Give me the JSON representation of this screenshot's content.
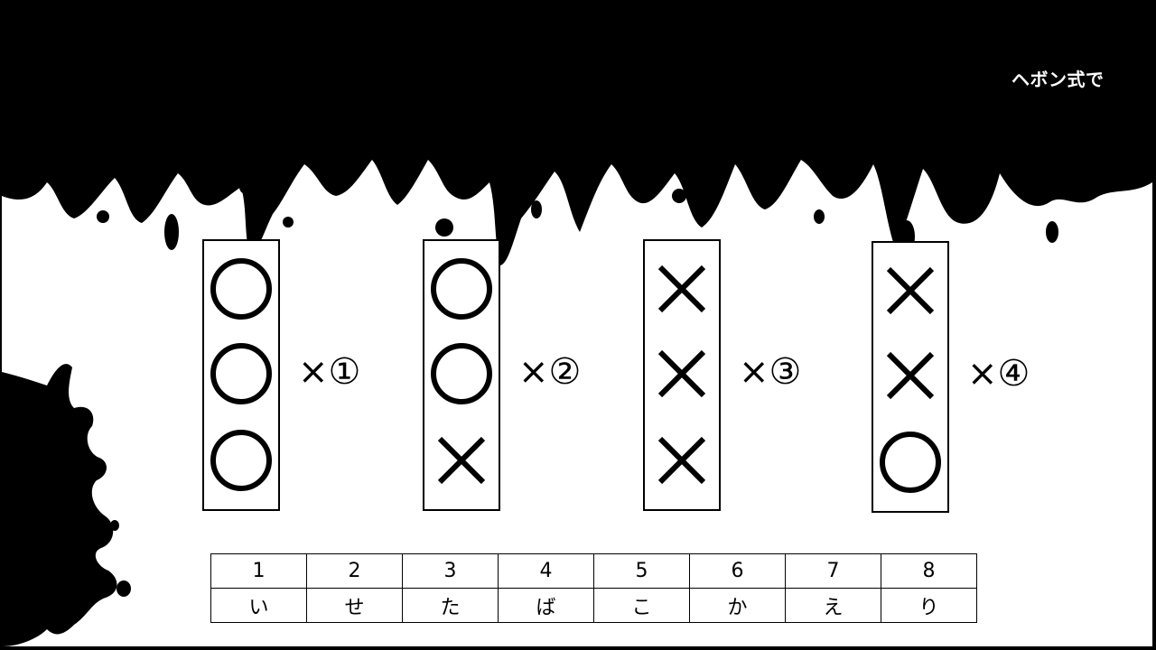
{
  "corner_text": "ヘボン式で",
  "groups": [
    {
      "symbols": [
        "circle",
        "circle",
        "circle"
      ],
      "multiplier": "×①"
    },
    {
      "symbols": [
        "circle",
        "circle",
        "cross"
      ],
      "multiplier": "×②"
    },
    {
      "symbols": [
        "cross",
        "cross",
        "cross"
      ],
      "multiplier": "×③"
    },
    {
      "symbols": [
        "cross",
        "cross",
        "circle"
      ],
      "multiplier": "×④"
    }
  ],
  "key_table": {
    "numbers": [
      "1",
      "2",
      "3",
      "4",
      "5",
      "6",
      "7",
      "8"
    ],
    "kana": [
      "い",
      "せ",
      "た",
      "ば",
      "こ",
      "か",
      "え",
      "り"
    ]
  },
  "colors": {
    "ink": "#000000",
    "paper": "#ffffff"
  }
}
